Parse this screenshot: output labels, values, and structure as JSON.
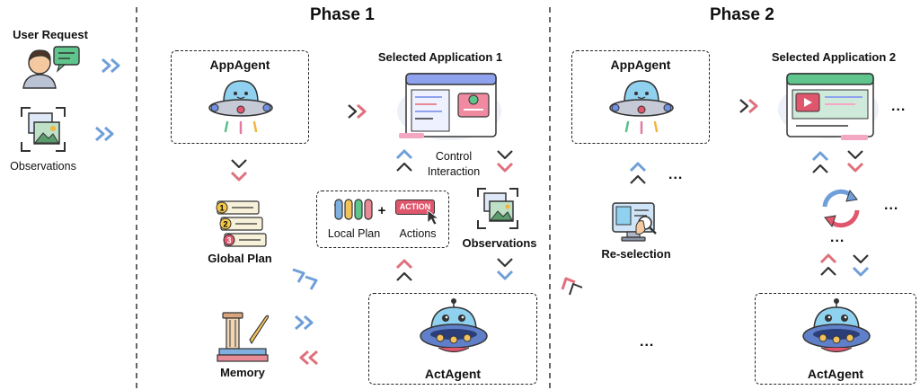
{
  "phases": {
    "phase1": "Phase 1",
    "phase2": "Phase 2"
  },
  "left": {
    "user_request": "User Request",
    "observations": "Observations"
  },
  "phase1": {
    "appagent": "AppAgent",
    "selected_app": "Selected Application 1",
    "control_interaction": "Control\nInteraction",
    "local_plan": "Local Plan",
    "plus": "+",
    "actions": "Actions",
    "action_badge": "ACTION",
    "observations": "Observations",
    "global_plan": "Global Plan",
    "plan_steps": [
      "1",
      "2",
      "3"
    ],
    "memory": "Memory",
    "actagent": "ActAgent"
  },
  "phase2": {
    "appagent": "AppAgent",
    "selected_app": "Selected Application 2",
    "reselection": "Re-selection",
    "actagent": "ActAgent",
    "ellipsis": "..."
  },
  "colors": {
    "blue_arrow": "#6f9fd8",
    "pink_arrow": "#e0707c",
    "ufo_body": "#5f7fc8",
    "screen": "#8fa2ee"
  }
}
